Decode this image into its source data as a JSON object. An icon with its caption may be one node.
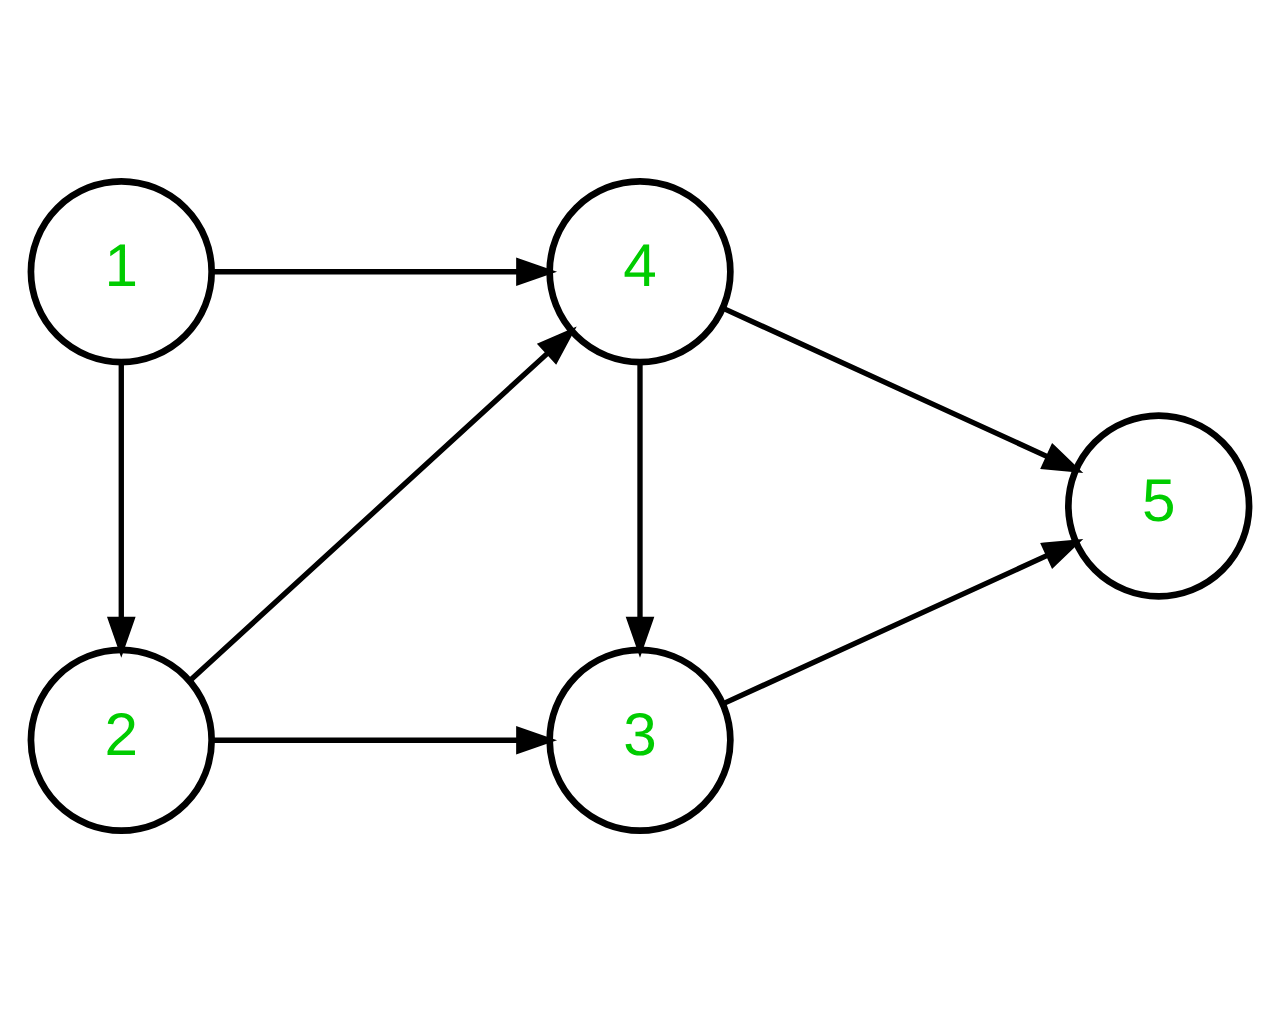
{
  "diagram": {
    "nodes": [
      {
        "text": [
          "1"
        ]
      },
      {
        "text": [
          "4"
        ]
      },
      {
        "text": [
          "5"
        ]
      },
      {
        "text": [
          "2"
        ]
      },
      {
        "text": [
          "3"
        ]
      }
    ],
    "edges": [
      {
        "from": 0,
        "to": 1,
        "arrow": "to"
      },
      {
        "from": 0,
        "to": 3,
        "arrow": "to"
      },
      {
        "from": 3,
        "to": 1,
        "arrow": "to"
      },
      {
        "from": 1,
        "to": 4,
        "arrow": "to"
      },
      {
        "from": 1,
        "to": 2,
        "arrow": "to"
      },
      {
        "from": 3,
        "to": 4,
        "arrow": "to"
      },
      {
        "from": 4,
        "to": 2,
        "arrow": "to"
      }
    ]
  }
}
